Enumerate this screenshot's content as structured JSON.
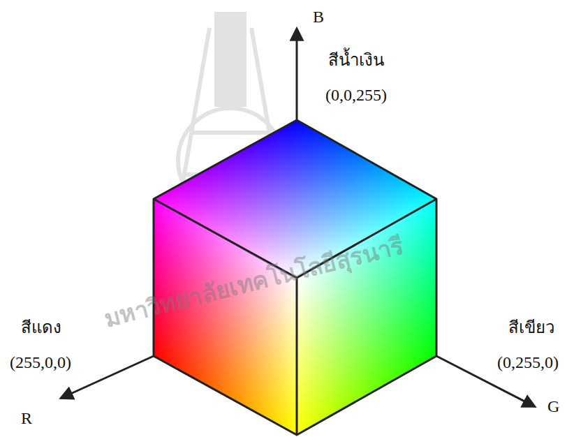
{
  "diagram": {
    "labels": [
      "B",
      "สีน้ำเงิน",
      "(0,0,255)",
      "สีแดง",
      "(255,0,0)",
      "สีเขียว",
      "(0,255,0)",
      "R",
      "G",
      "มหาวิทยาลัยเทคโนโลยีสุรนารี"
    ]
  }
}
